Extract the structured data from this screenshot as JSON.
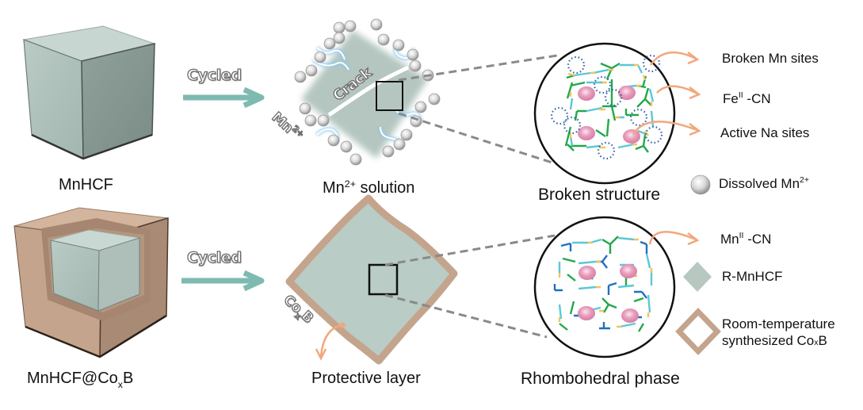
{
  "figure": {
    "top_row": {
      "pristine_label": "MnHCF",
      "arrow_label": "Cycled",
      "cycled_label_main": "Mn",
      "cycled_label_sup": "2+",
      "cycled_label_rest": " solution",
      "crack_label": "Crack",
      "ion_label_main": "Mn",
      "ion_label_sup": "2+",
      "zoom_label": "Broken structure",
      "legend": {
        "broken_mn": "Broken Mn sites",
        "fe_cn_main": "Fe",
        "fe_cn_sup": "II",
        "fe_cn_rest": " -CN",
        "active_na": "Active Na sites",
        "dissolved_main": "Dissolved  Mn",
        "dissolved_sup": "2+"
      }
    },
    "bottom_row": {
      "pristine_label_main": "MnHCF@Co",
      "pristine_label_sub": "x",
      "pristine_label_rest": "B",
      "arrow_label": "Cycled",
      "coating_label_main": "Co",
      "coating_label_sub": "x",
      "coating_label_rest": "B",
      "protective_label": "Protective layer",
      "zoom_label": "Rhombohedral phase",
      "legend": {
        "mn_cn_main": "Mn",
        "mn_cn_sup": "II",
        "mn_cn_rest": " -CN",
        "r_mnhcf": "R-MnHCF",
        "coxb_line1": "Room-temperature",
        "coxb_line2_main": "synthesized Co",
        "coxb_line2_sub": "x",
        "coxb_line2_rest": "B"
      }
    },
    "colors": {
      "cube_face": "#b7c8c1",
      "coating": "#c4a48c",
      "arrow": "#7fbab0",
      "pointer": "#f2a77b",
      "na_site": "#e28bb0",
      "fe_link": "#22a84a",
      "mn_link": "#1f6fc4",
      "cn_cyan": "#5ac8d6",
      "cn_yellow": "#f2c55a",
      "vacancy": "#2f5fa8"
    }
  }
}
